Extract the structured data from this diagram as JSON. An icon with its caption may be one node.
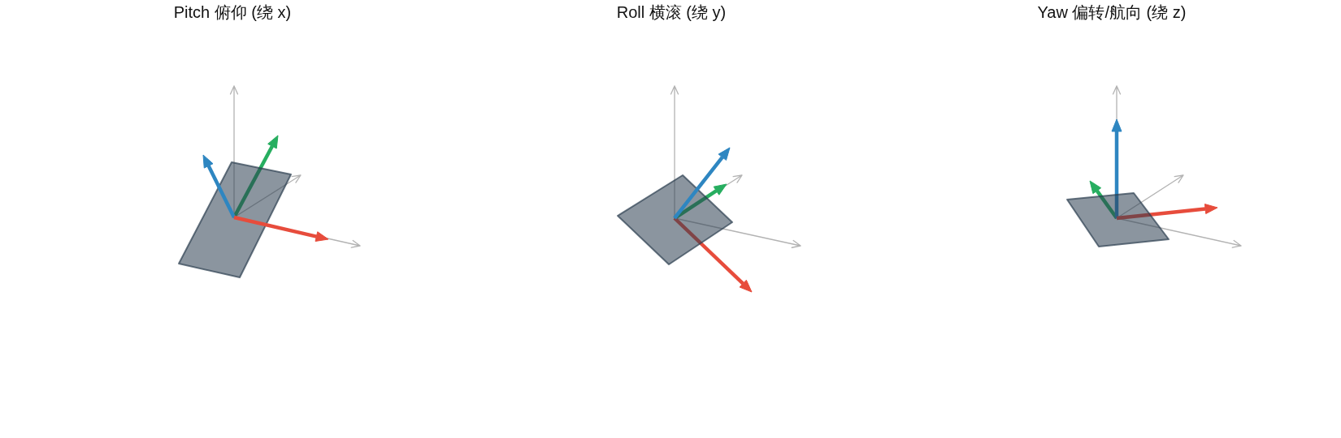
{
  "diagram": {
    "labels": [
      "Pitch 俯仰 (绕 x)",
      "Roll 横滚 (绕 y)",
      "Yaw 偏转/航向 (绕 z)"
    ]
  }
}
